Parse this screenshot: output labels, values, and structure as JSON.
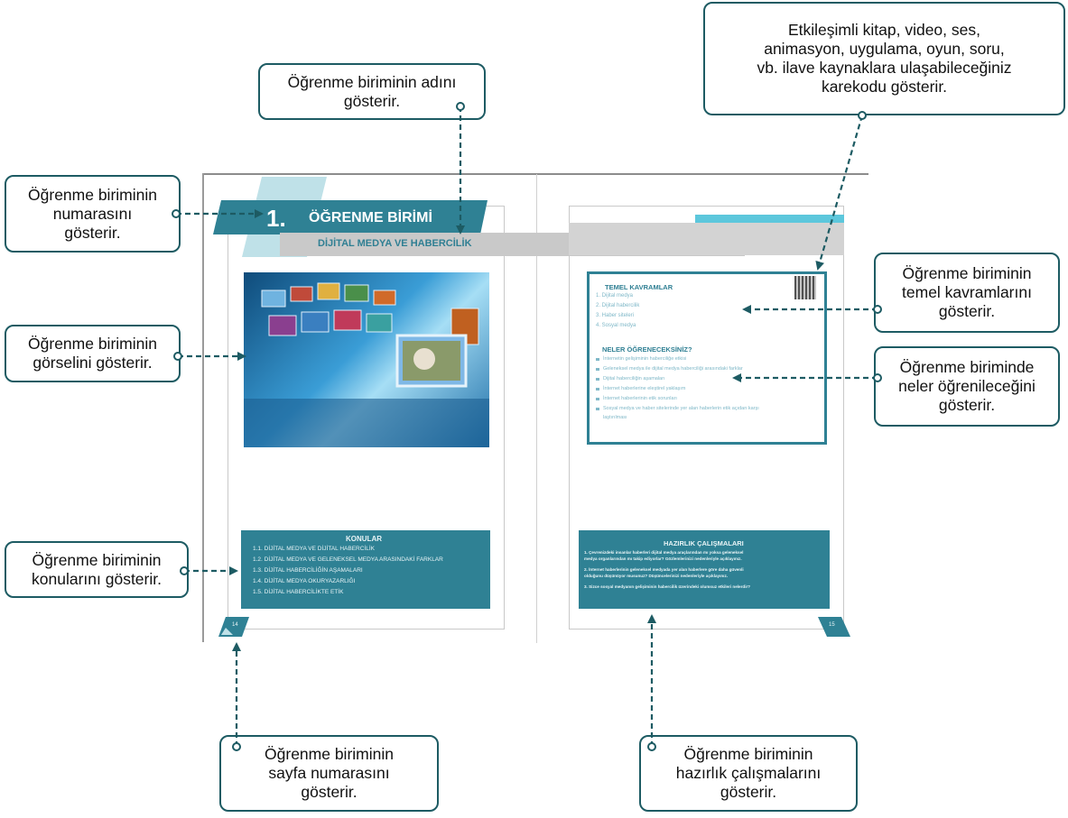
{
  "callouts": {
    "unit_name": [
      "Öğrenme biriminin adını",
      "gösterir."
    ],
    "unit_number": [
      "Öğrenme biriminin",
      "numarasını",
      "gösterir."
    ],
    "unit_image": [
      "Öğrenme biriminin",
      "görselini gösterir."
    ],
    "unit_topics": [
      "Öğrenme biriminin",
      "konularını gösterir."
    ],
    "page_number": [
      "Öğrenme biriminin",
      "sayfa numarasını",
      "gösterir."
    ],
    "qr_code": [
      "Etkileşimli kitap, video, ses,",
      "animasyon, uygulama, oyun, soru,",
      "vb. ilave kaynaklara ulaşabileceğiniz",
      "karekodu gösterir."
    ],
    "key_concepts": [
      "Öğrenme biriminin",
      "temel kavramlarını",
      "gösterir."
    ],
    "what_learn": [
      "Öğrenme biriminde",
      "neler öğrenileceğini",
      "gösterir."
    ],
    "preparation": [
      "Öğrenme biriminin",
      "hazırlık çalışmalarını",
      "gösterir."
    ]
  },
  "left_page": {
    "unit_number": "1.",
    "unit_title": "ÖĞRENME BİRİMİ",
    "unit_subtitle": "DİJİTAL MEDYA VE HABERCİLİK",
    "topics_heading": "KONULAR",
    "topics": [
      "1.1.  DİJİTAL MEDYA VE DİJİTAL HABERCİLİK",
      "1.2.  DİJİTAL MEDYA VE GELENEKSEL MEDYA ARASINDAKİ FARKLAR",
      "1.3.  DİJİTAL HABERCİLİĞİN AŞAMALARI",
      "1.4.  DİJİTAL MEDYA OKURYAZARLIĞI",
      "1.5.  DİJİTAL HABERCİLİKTE ETİK"
    ],
    "page_number": "14"
  },
  "right_page": {
    "concepts_heading": "TEMEL KAVRAMLAR",
    "concepts": [
      "1.  Dijital medya",
      "2.  Dijital habercilik",
      "3.  Haber siteleri",
      "4.  Sosyal medya"
    ],
    "learn_heading": "NELER ÖĞRENECEKSİNİZ?",
    "learn_items": [
      "İnternetin gelişiminin haberciliğe etkisi",
      "Geleneksel medya ile dijital medya haberciliği arasındaki farklar",
      "Dijital haberciliğin aşamaları",
      "İnternet haberlerine eleştirel yaklaşım",
      "İnternet haberlerinin etik sorunları",
      "Sosyal medya ve haber sitelerinde yer alan haberlerin etik açıdan karşı",
      "laştırılması"
    ],
    "prep_heading": "HAZIRLIK ÇALIŞMALARI",
    "prep_items": [
      "1.  Çevrenizdeki insanlar haberleri dijital medya araçlarından mı yoksa geleneksel",
      "     medya organlarından mı takip ediyorlar? Gözlemlerinizi nedenleriyle açıklayınız.",
      "2.  İnternet haberlerinin geleneksel medyada yer alan haberlere göre daha güvenli",
      "     olduğunu düşünüyor musunuz? Düşüncelerinizi nedenleriyle açıklayınız.",
      "3.  Sizce sosyal medyanın gelişiminin habercilik üzerindeki olumsuz etkileri nelerdir?"
    ],
    "page_number": "15"
  },
  "colors": {
    "accent": "#2f8194",
    "callout_border": "#1d5b63",
    "arrow": "#1d5b63"
  }
}
